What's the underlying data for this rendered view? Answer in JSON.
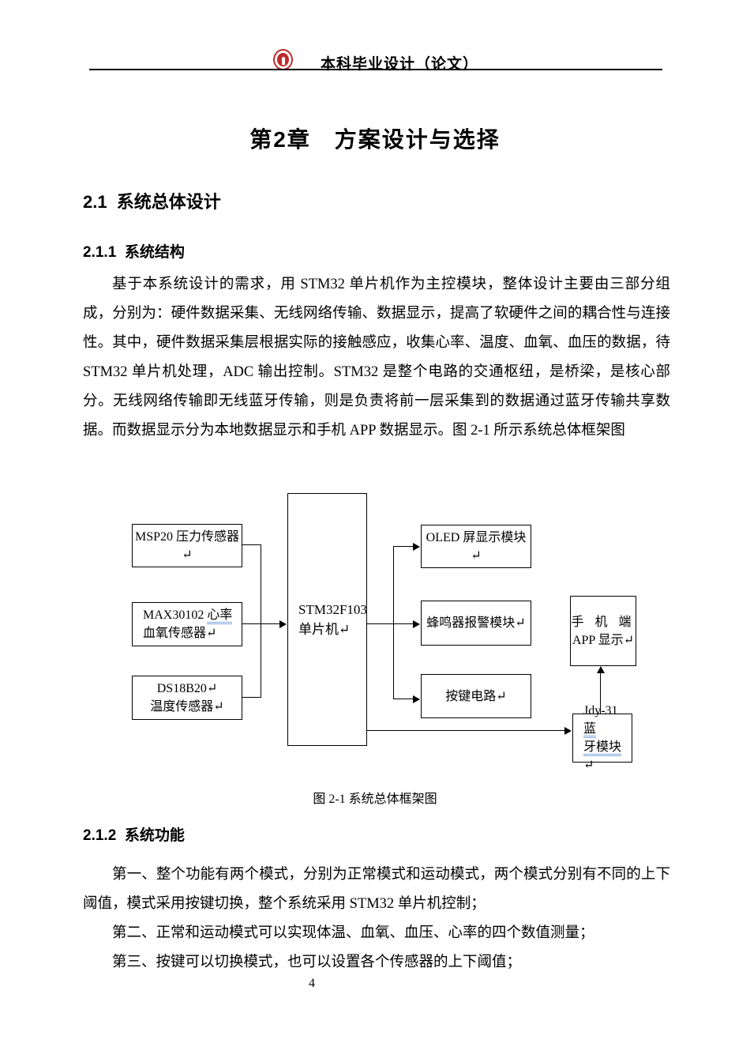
{
  "colors": {
    "underline_blue": "#7FA7DC",
    "seal_red": "#C02A2A"
  },
  "header": {
    "title": "本科毕业设计（论文）",
    "logo": "university-seal-icon"
  },
  "content": {
    "chapter_title": "第2章　方案设计与选择",
    "section_2_1": "2.1  系统总体设计",
    "section_2_1_1": "2.1.1  系统结构",
    "para_intro": "基于本系统设计的需求，用 STM32 单片机作为主控模块，整体设计主要由三部分组成，分别为：硬件数据采集、无线网络传输、数据显示，提高了软硬件之间的耦合性与连接性。其中，硬件数据采集层根据实际的接触感应，收集心率、温度、血氧、血压的数据，待 STM32 单片机处理，ADC 输出控制。STM32 是整个电路的交通枢纽，是桥梁，是核心部分。无线网络传输即无线蓝牙传输，则是负责将前一层采集到的数据通过蓝牙传输共享数据。而数据显示分为本地数据显示和手机 APP 数据显示。图 2-1 所示系统总体框架图",
    "figure_caption": "图 2-1  系统总体框架图",
    "section_2_1_2": "2.1.2  系统功能",
    "para_first": "第一、整个功能有两个模式，分别为正常模式和运动模式，两个模式分别有不同的上下阈值，模式采用按键切换，整个系统采用 STM32 单片机控制；",
    "para_second": "第二、正常和运动模式可以实现体温、血氧、血压、心率的四个数值测量；",
    "para_third": "第三、按键可以切换模式，也可以设置各个传感器的上下阈值；"
  },
  "diagram": {
    "boxes": {
      "msp20": {
        "label": "MSP20 压力传感器↵"
      },
      "max30102": {
        "pre": "MAX30102 ",
        "underlined": "心率",
        "line2": "血氧传感器↵"
      },
      "ds18b20": {
        "line1": "DS18B20↵",
        "line2": "温度传感器↵"
      },
      "stm32": {
        "line1": "STM32F103",
        "line2": "单片机↵"
      },
      "oled": {
        "label": "OLED 屏显示模块↵"
      },
      "buzzer": {
        "label": "蜂鸣器报警模块↵"
      },
      "keys": {
        "label": "按键电路↵"
      },
      "app": {
        "line1": "手 机 端",
        "line2": "APP 显示↵"
      },
      "jdy31": {
        "pre": "Jdy-31 ",
        "underlined1": "蓝",
        "underlined2": "牙模块",
        "mark": "↵"
      }
    }
  },
  "page": {
    "number": "4"
  }
}
